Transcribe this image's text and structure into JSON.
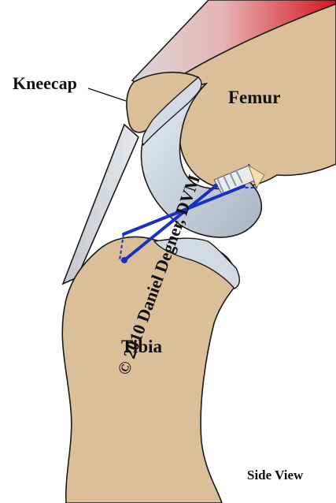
{
  "labels": {
    "kneecap": "Kneecap",
    "femur": "Femur",
    "tibia": "Tibia",
    "side_view": "Side View",
    "copyright": "© 2010 Daniel Degner, DVM"
  },
  "colors": {
    "bone": "#dbbf98",
    "cartilage": "#d3dae2",
    "muscle_red": "#d4141e",
    "ligament_blue": "#1a2fc4",
    "outline": "#1a1a1a"
  }
}
